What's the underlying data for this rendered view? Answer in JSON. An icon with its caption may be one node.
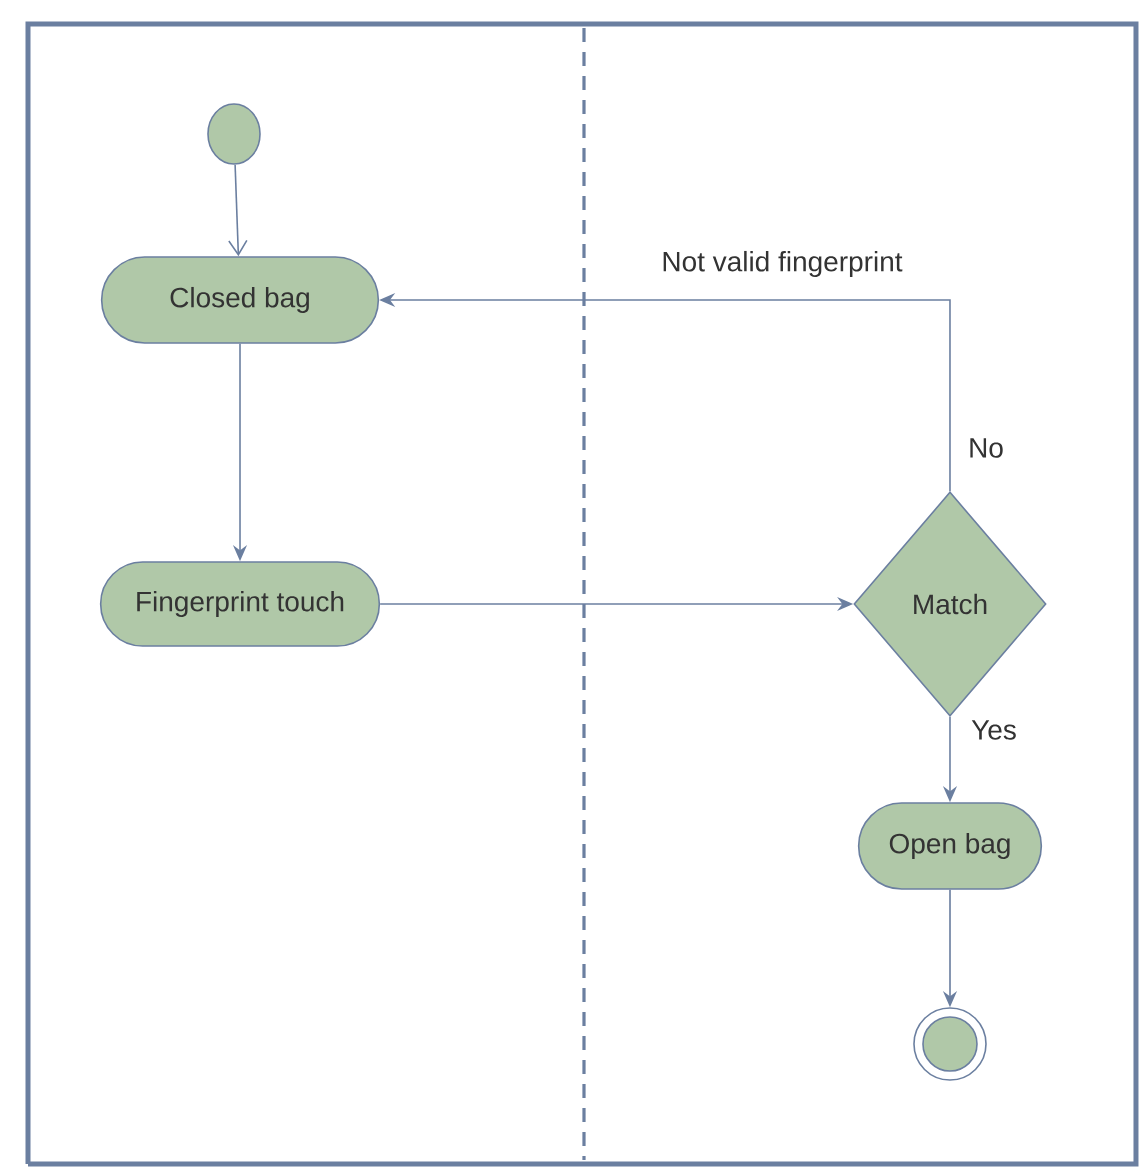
{
  "diagram": {
    "nodes": [
      {
        "text": [],
        "shape": "circle"
      },
      {
        "text": [
          "Closed bag"
        ]
      },
      {
        "text": [
          "Fingerprint touch"
        ]
      },
      {
        "text": [
          "Match"
        ]
      },
      {
        "text": [
          "Open bag"
        ]
      },
      {
        "text": [],
        "shape": "circle"
      }
    ],
    "edges": [
      {
        "from": 0,
        "to": 1,
        "arrow": "to"
      },
      {
        "from": 1,
        "to": 2,
        "arrow": "to"
      },
      {
        "from": 2,
        "to": 3,
        "arrow": "to"
      },
      {
        "from": 3,
        "to": 1,
        "arrow": "to",
        "label": "Not valid fingerprint"
      },
      {
        "from": 3,
        "to": 4,
        "arrow": "to",
        "label": "Yes"
      },
      {
        "from": 4,
        "to": 5,
        "arrow": "to"
      }
    ],
    "labels": [
      "No"
    ]
  }
}
